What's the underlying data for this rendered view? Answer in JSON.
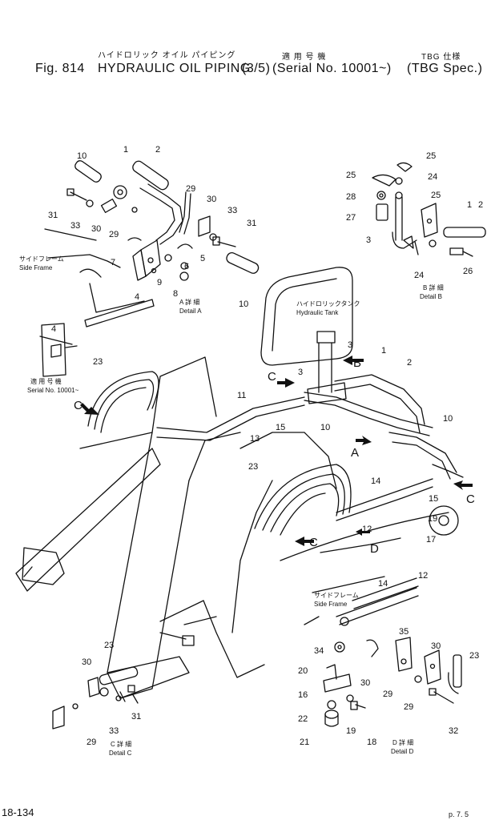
{
  "header": {
    "jp_title": "ハイドロリック オイル パイピング",
    "fig_no": "Fig. 814",
    "title": "HYDRAULIC OIL PIPING",
    "fraction": "(3/5)",
    "jp_serial": "適 用 号 機",
    "serial": "(Serial No. 10001~)",
    "jp_spec": "TBG 仕様",
    "spec": "(TBG Spec.)"
  },
  "footer": {
    "page_no": "18-134",
    "corner": "p. 7. 5"
  },
  "labels": {
    "side_frame_jp": "サイドフレーム",
    "side_frame": "Side Frame",
    "detail_a_jp": "A 詳 細",
    "detail_a": "Detail A",
    "detail_b_jp": "B 詳 細",
    "detail_b": "Detail B",
    "detail_c_jp": "C 詳 細",
    "detail_c": "Detail C",
    "detail_d_jp": "D 詳 細",
    "detail_d": "Detail D",
    "tank_jp": "ハイドロリックタンク",
    "tank": "Hydraulic Tank",
    "serial_jp": "適 用 号 機",
    "serial": "Serial No. 10001~"
  },
  "callouts": {
    "n1a": "1",
    "n2a": "2",
    "n10a": "10",
    "n29a": "29",
    "n30a": "30",
    "n31a": "31",
    "n33a": "33",
    "n30b": "30",
    "n29b": "29",
    "n7": "7",
    "n5": "5",
    "n6": "6",
    "n9": "9",
    "n8": "8",
    "n4a": "4",
    "n33b": "33",
    "n31b": "31",
    "n10b": "10",
    "n25a": "25",
    "n25b": "25",
    "n24a": "24",
    "n28": "28",
    "n27": "27",
    "n3a": "3",
    "n25c": "25",
    "n1b": "1",
    "n2b": "2",
    "n24b": "24",
    "n26": "26",
    "n4b": "4",
    "n23a": "23",
    "n3b": "3",
    "n3c": "3",
    "n1c": "1",
    "n2c": "2",
    "n11": "11",
    "n13": "13",
    "n15a": "15",
    "n10c": "10",
    "n10d": "10",
    "n23b": "23",
    "n14a": "14",
    "n15b": "15",
    "n19a": "19",
    "n12a": "12",
    "n17": "17",
    "n14b": "14",
    "n12b": "12",
    "n35": "35",
    "n34": "34",
    "n30c": "30",
    "n23c": "23",
    "n20": "20",
    "n30d": "30",
    "n29c": "29",
    "n16": "16",
    "n29d": "29",
    "n22": "22",
    "n19b": "19",
    "n18": "18",
    "n21": "21",
    "n32": "32",
    "n23d": "23",
    "n30e": "30",
    "n31c": "31",
    "n33c": "33",
    "n29e": "29"
  },
  "letters": {
    "a_view": "A",
    "b_view": "B",
    "c_view_1": "C",
    "c_view_2": "C",
    "c_view_3": "C",
    "c_view_4": "C",
    "d_view": "D"
  }
}
